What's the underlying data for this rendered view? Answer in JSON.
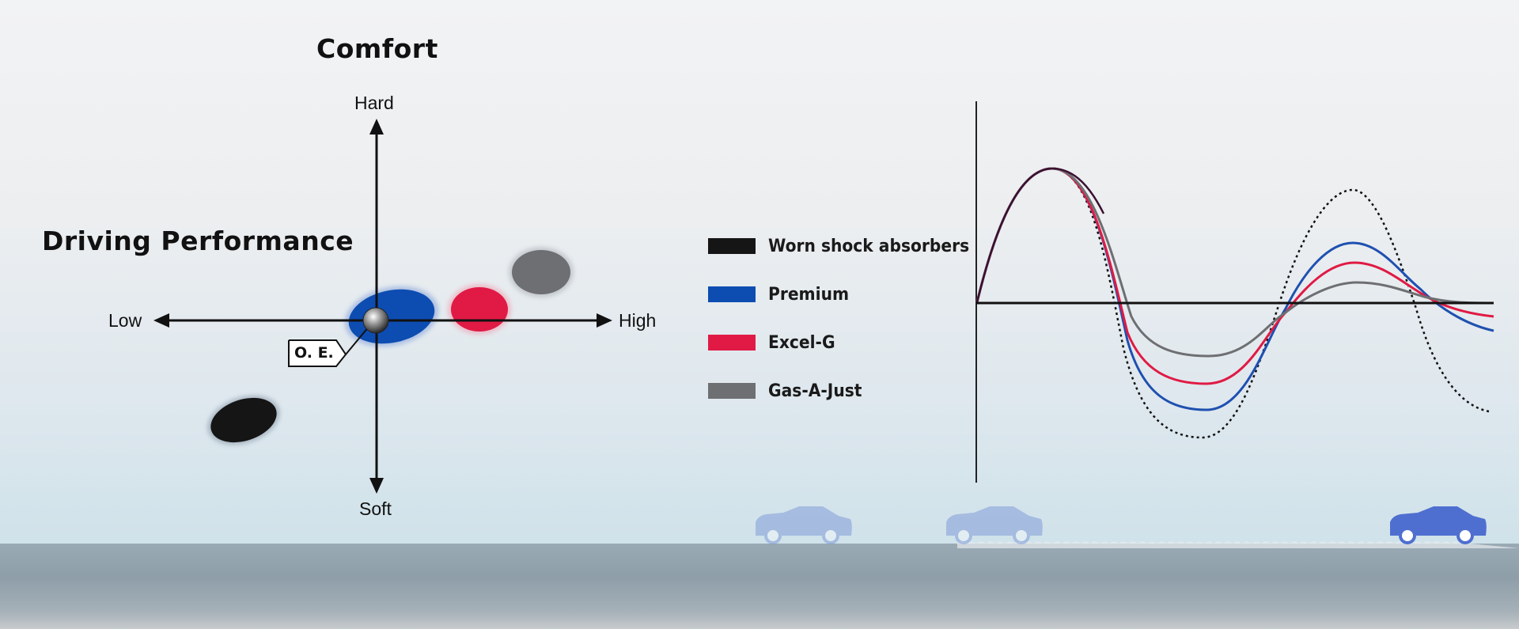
{
  "map": {
    "title": "Comfort",
    "axis_title": "Driving Performance",
    "y_top_label": "Hard",
    "y_bottom_label": "Soft",
    "x_left_label": "Low",
    "x_right_label": "High",
    "origin_label": "O. E."
  },
  "legend": {
    "items": [
      {
        "label": "Worn shock absorbers",
        "color": "#151515"
      },
      {
        "label": "Premium",
        "color": "#0d4db2"
      },
      {
        "label": "Excel-G",
        "color": "#e01a44"
      },
      {
        "label": "Gas-A-Just",
        "color": "#6e6f72"
      }
    ]
  },
  "colors": {
    "worn": "#151515",
    "premium": "#0d4db2",
    "excel": "#e01a44",
    "gas": "#6e6f72",
    "car": "#5f7fd0"
  }
}
